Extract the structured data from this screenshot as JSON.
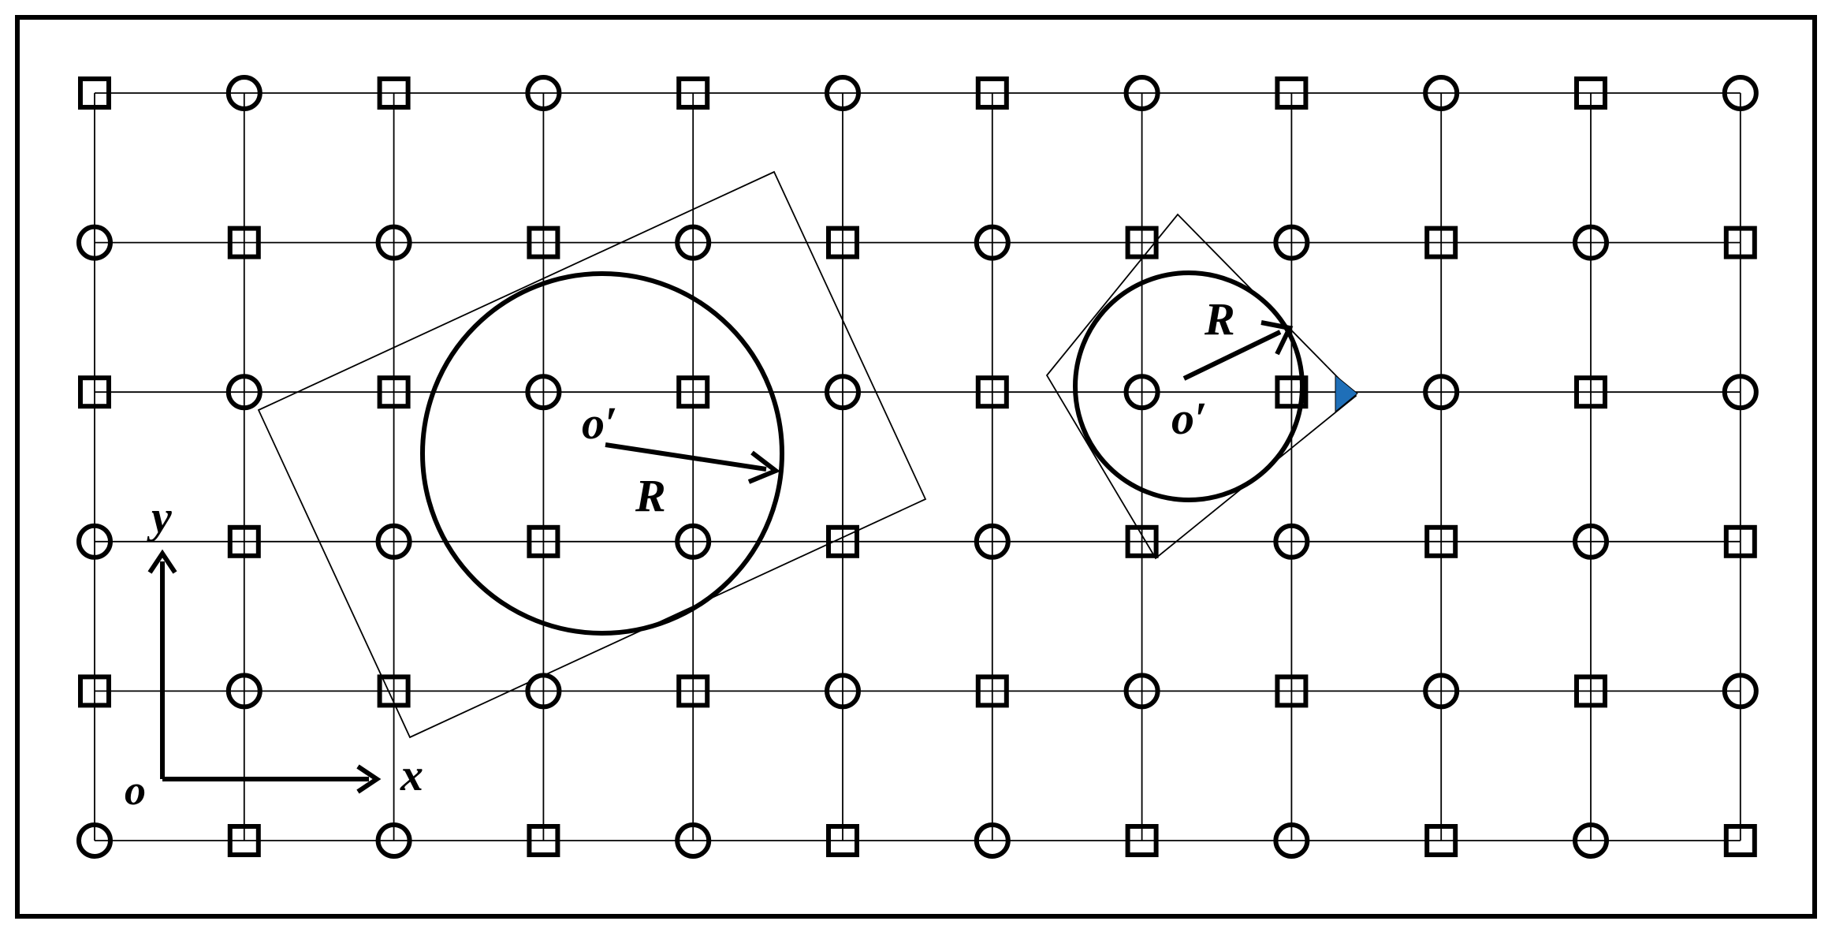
{
  "labels": {
    "origin": "o",
    "x_axis": "x",
    "y_axis": "y",
    "center_left": "o′",
    "radius_left": "R",
    "center_right": "o′",
    "radius_right": "R"
  },
  "grid": {
    "columns": 12,
    "rows": 6,
    "pattern": "checkerboard",
    "first_cell": "square",
    "node_shapes": [
      "square-icon",
      "circle-icon"
    ]
  },
  "colors": {
    "stroke": "#000000",
    "background": "#ffffff",
    "marker": "#1f6fb8"
  },
  "icons": {
    "marker": "triangle-icon"
  }
}
